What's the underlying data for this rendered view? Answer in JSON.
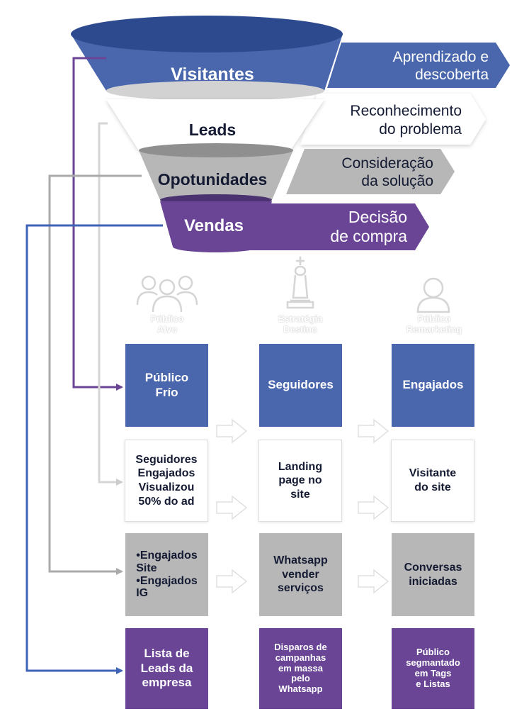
{
  "funnel": {
    "stages": [
      {
        "label": "Visitantes",
        "color": "#4a67ad"
      },
      {
        "label": "Leads",
        "color": "#ffffff"
      },
      {
        "label": "Opotunidades",
        "color": "#b7b7b7"
      },
      {
        "label": "Vendas",
        "color": "#6a4596"
      }
    ],
    "phases": [
      {
        "line1": "Aprendizado e",
        "line2": "descoberta",
        "color": "#4a67ad"
      },
      {
        "line1": "Reconhecimento",
        "line2": "do problema",
        "color": "#ffffff"
      },
      {
        "line1": "Consideração",
        "line2": "da solução",
        "color": "#b7b7b7"
      },
      {
        "line1": "Decisão",
        "line2": "de compra",
        "color": "#6a4596"
      }
    ]
  },
  "columns": [
    {
      "icon": "people-group-icon",
      "title": "Público\nAlvo"
    },
    {
      "icon": "chess-king-icon",
      "title": "Estratégia\nDestino"
    },
    {
      "icon": "user-icon",
      "title": "Público\nRemarketing"
    }
  ],
  "grid": {
    "row1": [
      "Público\nFrío",
      "Seguidores",
      "Engajados"
    ],
    "row2": [
      "Seguidores\nEngajados\nVisualizou\n50% do ad",
      "Landing\npage no\nsite",
      "Visitante\ndo site"
    ],
    "row3_bullets": [
      "•Engajados\n  Site",
      "•Engajados\n  IG"
    ],
    "row3": [
      "Whatsapp\nvender\nserviços",
      "Conversas\niniciadas"
    ],
    "row4": [
      "Lista de\nLeads da\nempresa",
      "Disparos de\ncampanhas\nem massa\npelo\nWhatsapp",
      "Público\nsegmantado\nem Tags\ne Listas"
    ]
  },
  "colors": {
    "blue": "#4a67ad",
    "blue_dark": "#2e4a8f",
    "gray": "#b7b7b7",
    "purple": "#6a4596",
    "dark_text": "#141b33",
    "connector_blue": "#3f63b5"
  }
}
